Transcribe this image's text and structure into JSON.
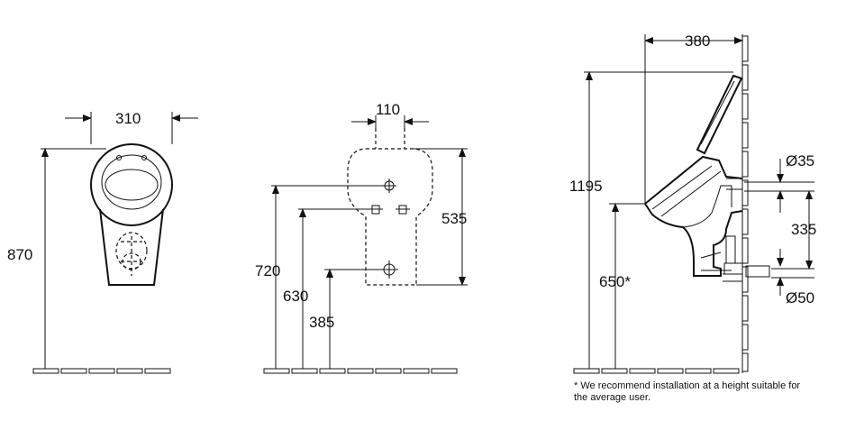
{
  "front_view": {
    "width_label": "310",
    "height_label": "870"
  },
  "mounting_view": {
    "spacing_label": "110",
    "height_top_label": "720",
    "height_mid_label": "630",
    "height_low_label": "385",
    "plate_height_label": "535"
  },
  "side_view": {
    "depth_label": "380",
    "total_height_label": "1195",
    "rim_height_label": "650*",
    "inlet_diameter_label": "Ø35",
    "pipe_spacing_label": "335",
    "outlet_diameter_label": "Ø50"
  },
  "footnote": {
    "line1": "* We recommend installation at a height suitable for",
    "line2": "the average user."
  }
}
